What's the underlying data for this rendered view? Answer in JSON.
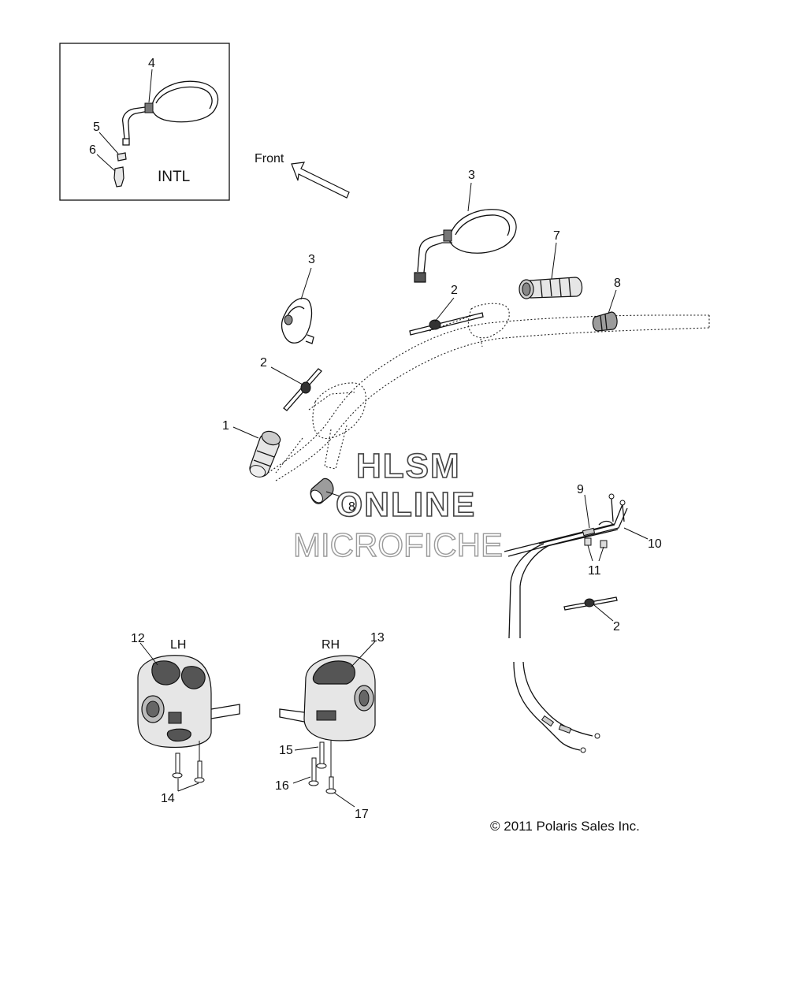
{
  "inset": {
    "label": "INTL",
    "callouts": [
      "4",
      "5",
      "6"
    ]
  },
  "direction": {
    "label": "Front"
  },
  "callouts": {
    "c1": "1",
    "c2a": "2",
    "c2b": "2",
    "c2c": "2",
    "c3a": "3",
    "c3b": "3",
    "c7": "7",
    "c8a": "8",
    "c8b": "8",
    "c9": "9",
    "c10": "10",
    "c11": "11",
    "c12": "12",
    "c13": "13",
    "c14": "14",
    "c15": "15",
    "c16": "16",
    "c17": "17"
  },
  "switch_labels": {
    "left": "LH",
    "right": "RH"
  },
  "watermark": {
    "line1": "HLSM",
    "line2": "ONLINE",
    "line3": "MICROFICHE"
  },
  "copyright": "© 2011 Polaris Sales Inc."
}
